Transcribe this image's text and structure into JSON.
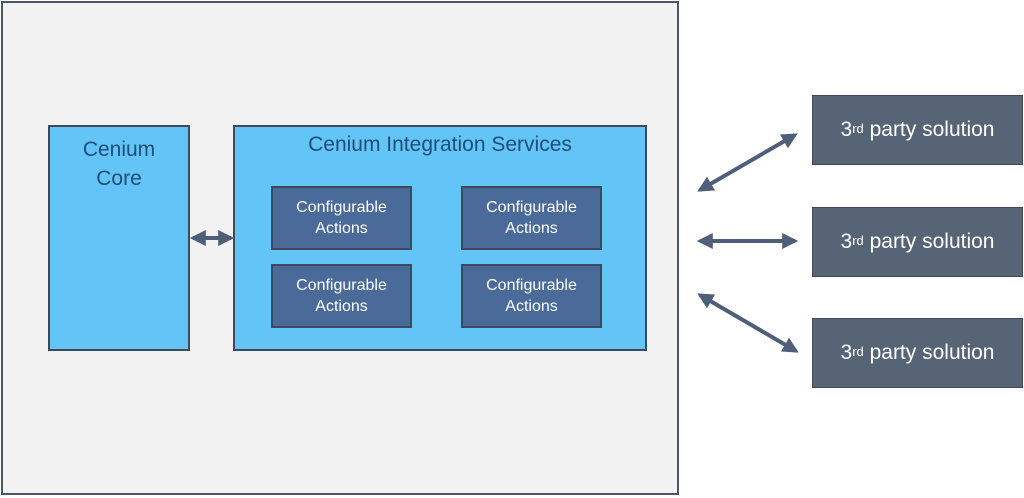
{
  "core": {
    "line1": "Cenium",
    "line2": "Core"
  },
  "services": {
    "title": "Cenium Integration Services",
    "actions": [
      {
        "line1": "Configurable",
        "line2": "Actions"
      },
      {
        "line1": "Configurable",
        "line2": "Actions"
      },
      {
        "line1": "Configurable",
        "line2": "Actions"
      },
      {
        "line1": "Configurable",
        "line2": "Actions"
      }
    ]
  },
  "third_party": [
    {
      "num": "3",
      "sup": "rd",
      "rest": " party solution"
    },
    {
      "num": "3",
      "sup": "rd",
      "rest": " party solution"
    },
    {
      "num": "3",
      "sup": "rd",
      "rest": " party solution"
    }
  ],
  "colors": {
    "container_bg": "#f2f2f2",
    "box_blue": "#62c4f7",
    "action_bg": "#4a6b9a",
    "third_party_bg": "#566475",
    "arrow": "#4f5f7a"
  }
}
